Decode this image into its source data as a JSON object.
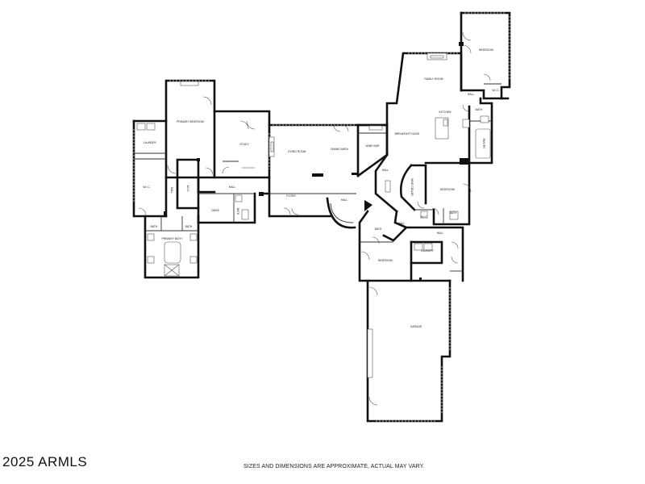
{
  "rooms": {
    "primary_bedroom": "PRIMARY BEDROOM",
    "laundry_left": "LAUNDRY",
    "wic_left": "W.I.C.",
    "wic_center": "W.I.C.",
    "hall_left": "HALL",
    "den": "DENS",
    "bath_left": "BATH",
    "primary_bath": "PRIMARY BATH",
    "bath_small": "BATH",
    "hall_mid": "HALL",
    "study": "STUDY",
    "bath_mid": "BATH",
    "living_room": "LIVING ROOM",
    "dining_area": "DINING AREA",
    "foyer": "FOYER",
    "hall_foyer": "HALL",
    "wine_bar": "WINE BAR",
    "breakfast_nook": "BREAKFAST NOOK",
    "family_room": "FAMILY ROOM",
    "kitchen": "KITCHEN",
    "hall_kitchen": "HALL",
    "bedroom_top_right": "BEDROOM",
    "bath_top_right": "BATH",
    "wic_top_right": "W.I.C.",
    "pantry": "PANTRY",
    "hall_wine": "HALL",
    "wine_cellar": "WINE CELLAR",
    "bedroom_right": "BEDROOM",
    "wic_right": "W.I.C.",
    "bath_right": "BATH",
    "bath_lower": "BATH",
    "hall_lower": "HALL",
    "hall_laundry": "HALL",
    "laundry_right": "LAUNDRY",
    "bedroom_lower": "BEDROOM",
    "garage": "GARAGE"
  },
  "footer": {
    "logo": "2025 ARMLS",
    "disclaimer": "SIZES AND DIMENSIONS ARE APPROXIMATE, ACTUAL MAY VARY."
  }
}
